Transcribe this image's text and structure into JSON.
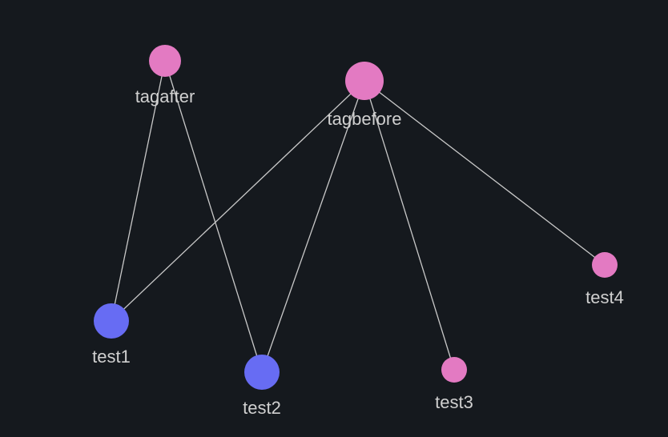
{
  "graph": {
    "background_color": "#15191e",
    "edge_color": "#c9c9c9",
    "label_color": "#d0d0d0",
    "node_types": {
      "tag": {
        "color": "#e37ac2"
      },
      "test": {
        "color": "#676cf3"
      }
    },
    "nodes": [
      {
        "id": "tagafter",
        "label": "tagafter",
        "type": "tag"
      },
      {
        "id": "tagbefore",
        "label": "tagbefore",
        "type": "tag"
      },
      {
        "id": "test1",
        "label": "test1",
        "type": "test"
      },
      {
        "id": "test2",
        "label": "test2",
        "type": "test"
      },
      {
        "id": "test3",
        "label": "test3",
        "type": "tag"
      },
      {
        "id": "test4",
        "label": "test4",
        "type": "tag"
      }
    ],
    "edges": [
      {
        "source": "tagafter",
        "target": "test1"
      },
      {
        "source": "tagafter",
        "target": "test2"
      },
      {
        "source": "tagbefore",
        "target": "test1"
      },
      {
        "source": "tagbefore",
        "target": "test2"
      },
      {
        "source": "tagbefore",
        "target": "test3"
      },
      {
        "source": "tagbefore",
        "target": "test4"
      }
    ]
  }
}
